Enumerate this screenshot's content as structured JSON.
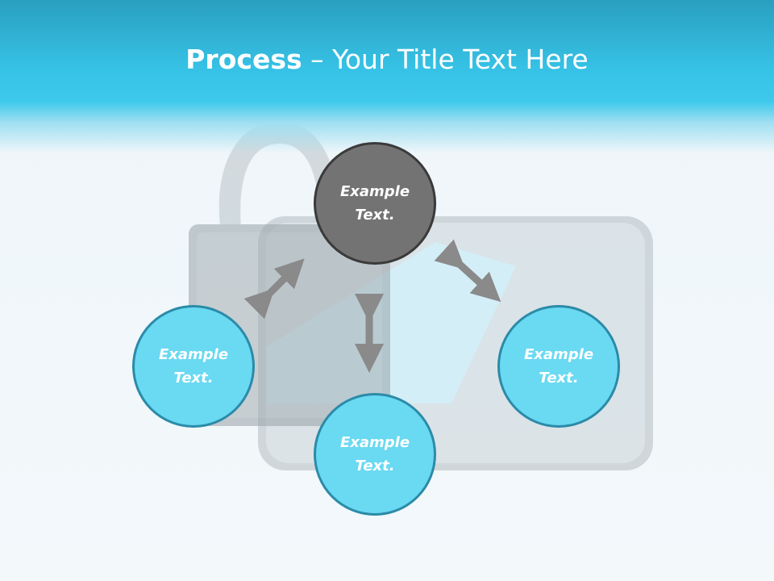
{
  "header": {
    "title_bold": "Process",
    "title_rest": " – Your Title Text Here"
  },
  "circles": {
    "top": {
      "line1": "Example",
      "line2": "Text."
    },
    "left": {
      "line1": "Example",
      "line2": "Text."
    },
    "bottom": {
      "line1": "Example",
      "line2": "Text."
    },
    "right": {
      "line1": "Example",
      "line2": "Text."
    }
  },
  "colors": {
    "accent_blue": "#6ad9f2",
    "accent_gray": "#737373",
    "arrow": "#8a8a8a"
  }
}
